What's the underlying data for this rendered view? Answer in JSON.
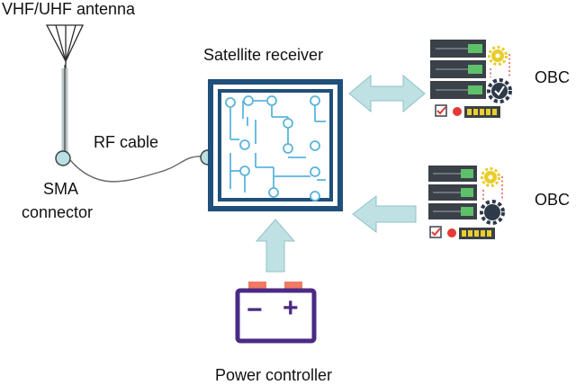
{
  "labels": {
    "antenna": "VHF/UHF antenna",
    "rf_cable": "RF cable",
    "sma_line1": "SMA",
    "sma_line2": "connector",
    "receiver": "Satellite receiver",
    "obc_top": "OBC",
    "obc_bottom": "OBC",
    "power": "Power controller"
  },
  "battery": {
    "minus": "−",
    "plus": "+"
  },
  "colors": {
    "receiver_frame": "#1f4f7a",
    "circuit": "#5bb4dc",
    "arrow_fill": "#bfe1e3",
    "arrow_stroke": "#8fc2c8",
    "battery": "#4b2a85",
    "battery_cap": "#f07a64",
    "server_dark": "#3b4148",
    "server_green": "#5fc06a",
    "led_yellow": "#e9cf2b",
    "led_red": "#e53935",
    "check_red": "#e53935",
    "gear_dark": "#2e3a4a",
    "gear_yellow": "#e8cd2d",
    "antenna_line": "#2a2a2a",
    "cable": "#666666",
    "sma_fill": "#b9e0e2"
  },
  "icons": {
    "antenna": "antenna-icon",
    "connector": "sma-connector-icon",
    "receiver": "circuit-board-icon",
    "server": "server-rack-icon",
    "gear": "gear-icon",
    "check": "checkbox-icon",
    "battery": "battery-icon"
  }
}
